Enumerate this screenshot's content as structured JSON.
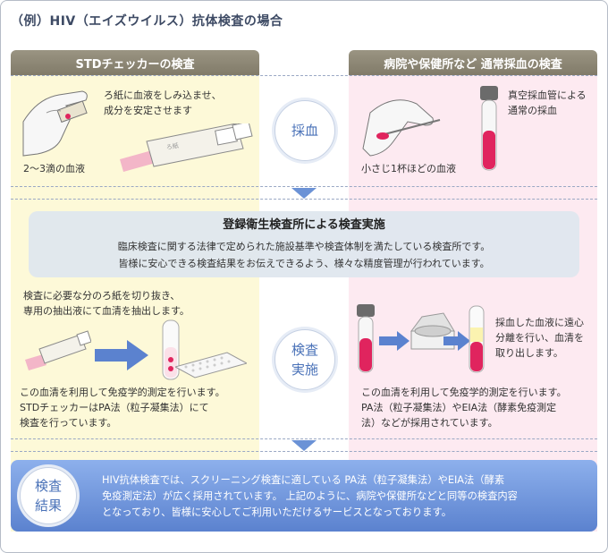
{
  "title": "（例）HIV（エイズウイルス）抗体検査の場合",
  "left_header": "STDチェッカーの検査",
  "right_header": "病院や保健所など 通常採血の検査",
  "step1": {
    "circle": "採血",
    "left_text": "ろ紙に血液をしみ込ませ、\n成分を安定させます",
    "left_caption": "2〜3滴の血液",
    "card_label": "ろ紙",
    "right_text": "真空採血管による\n通常の採血",
    "right_caption": "小さじ1杯ほどの血液"
  },
  "banner": {
    "title": "登録衛生検査所による検査実施",
    "line1": "臨床検査に関する法律で定められた施設基準や検査体制を満たしている検査所です。",
    "line2": "皆様に安心できる検査結果をお伝えできるよう、様々な精度管理が行われています。"
  },
  "step2": {
    "circle": "検査\n実施",
    "left_top": "検査に必要な分のろ紙を切り抜き、\n専用の抽出液にて血清を抽出します。",
    "left_bottom": "この血清を利用して免疫学的測定を行います。\nSTDチェッカーはPA法（粒子凝集法）にて\n検査を行っています。",
    "right_top": "採血した血液に遠心\n分離を行い、血清を\n取り出します。",
    "right_bottom": "この血清を利用して免疫学的測定を行います。\nPA法（粒子凝集法）やEIA法（酵素免疫測定\n法）などが採用されています。"
  },
  "result": {
    "circle": "検査\n結果",
    "text": "HIV抗体検査では、スクリーニング検査に適している PA法（粒子凝集法）やEIA法（酵素\n免疫測定法）が広く採用されています。 上記のように、病院や保健所などと同等の検査内容\nとなっており、皆様に安心してご利用いただけるサービスとなっております。"
  },
  "colors": {
    "left_bg": "#fdf9d8",
    "right_bg": "#fdeaf1",
    "accent_blue": "#5b82cf",
    "blood_red": "#e0245e"
  }
}
